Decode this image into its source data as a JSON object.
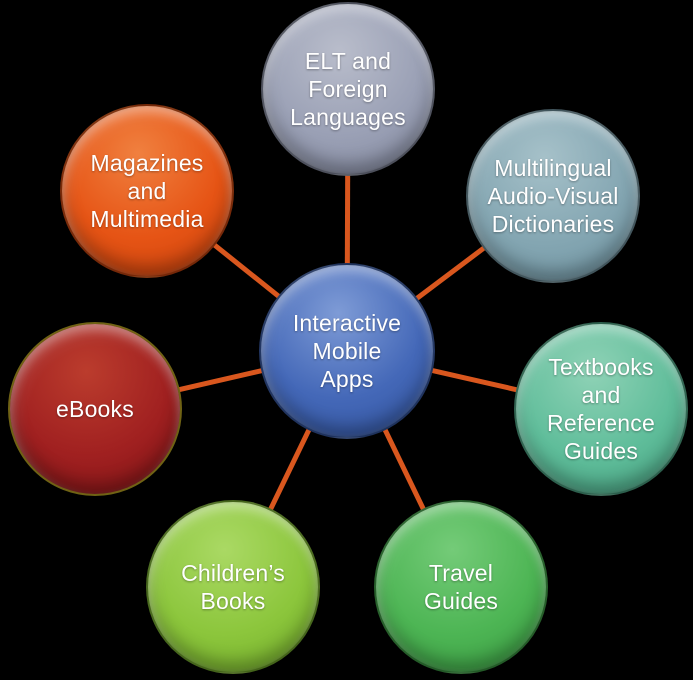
{
  "diagram": {
    "type": "radial",
    "background_color": "#000000",
    "connector_color": "#d9571e",
    "text_color": "#ffffff",
    "center": {
      "label": "Interactive\nMobile\nApps",
      "color": "#4468b8",
      "color_light": "#7e9bd6",
      "color_dark": "#2f519b"
    },
    "nodes": [
      {
        "id": "elt-and-foreign-languages",
        "label": "ELT and\nForeign\nLanguages",
        "color": "#9aa0b5",
        "color_light": "#b9bdcb",
        "color_dark": "#7f859b"
      },
      {
        "id": "multilingual-audio-visual-dictionaries",
        "label": "Multilingual\nAudio-Visual\nDictionaries",
        "color": "#84a6b2",
        "color_light": "#a6c1c9",
        "color_dark": "#6b909e"
      },
      {
        "id": "textbooks-and-reference-guides",
        "label": "Textbooks\nand\nReference\nGuides",
        "color": "#5fbd9a",
        "color_light": "#8fd2b6",
        "color_dark": "#45a07f"
      },
      {
        "id": "travel-guides",
        "label": "Travel\nGuides",
        "color": "#4db554",
        "color_light": "#74cb78",
        "color_dark": "#37983f"
      },
      {
        "id": "childrens-books",
        "label": "Children’s\nBooks",
        "color": "#8cc63c",
        "color_light": "#aad964",
        "color_dark": "#6fa928"
      },
      {
        "id": "ebooks",
        "label": "eBooks",
        "color": "#a02020",
        "color_light": "#bb3c2d",
        "color_dark": "#7c1215",
        "ring_color": "#6f6214"
      },
      {
        "id": "magazines-and-multimedia",
        "label": "Magazines\nand\nMultimedia",
        "color": "#e65415",
        "color_light": "#f0803f",
        "color_dark": "#c43f0c"
      }
    ]
  }
}
